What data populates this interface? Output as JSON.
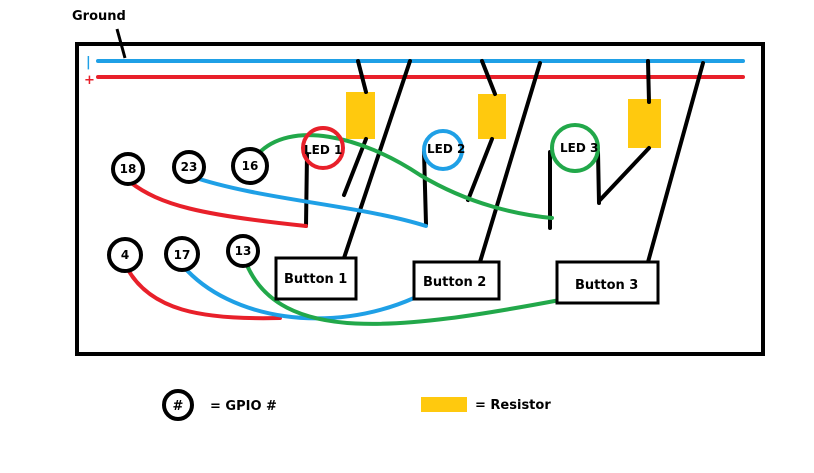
{
  "labels": {
    "ground": "Ground",
    "rail_minus": "|",
    "rail_plus": "+",
    "gpio_legend_symbol": "#",
    "gpio_legend": "= GPIO #",
    "resistor_legend": "= Resistor"
  },
  "gpio_pins": [
    "18",
    "23",
    "16",
    "4",
    "17",
    "13"
  ],
  "leds": [
    "LED 1",
    "LED 2",
    "LED 3"
  ],
  "buttons": [
    "Button 1",
    "Button 2",
    "Button 3"
  ],
  "colors": {
    "ground_rail": "#1fa0e6",
    "power_rail": "#e8202a",
    "wire_red": "#e8202a",
    "wire_blue": "#1fa0e6",
    "wire_green": "#22a84a",
    "resistor": "#ffc90e",
    "outline": "#000000"
  }
}
